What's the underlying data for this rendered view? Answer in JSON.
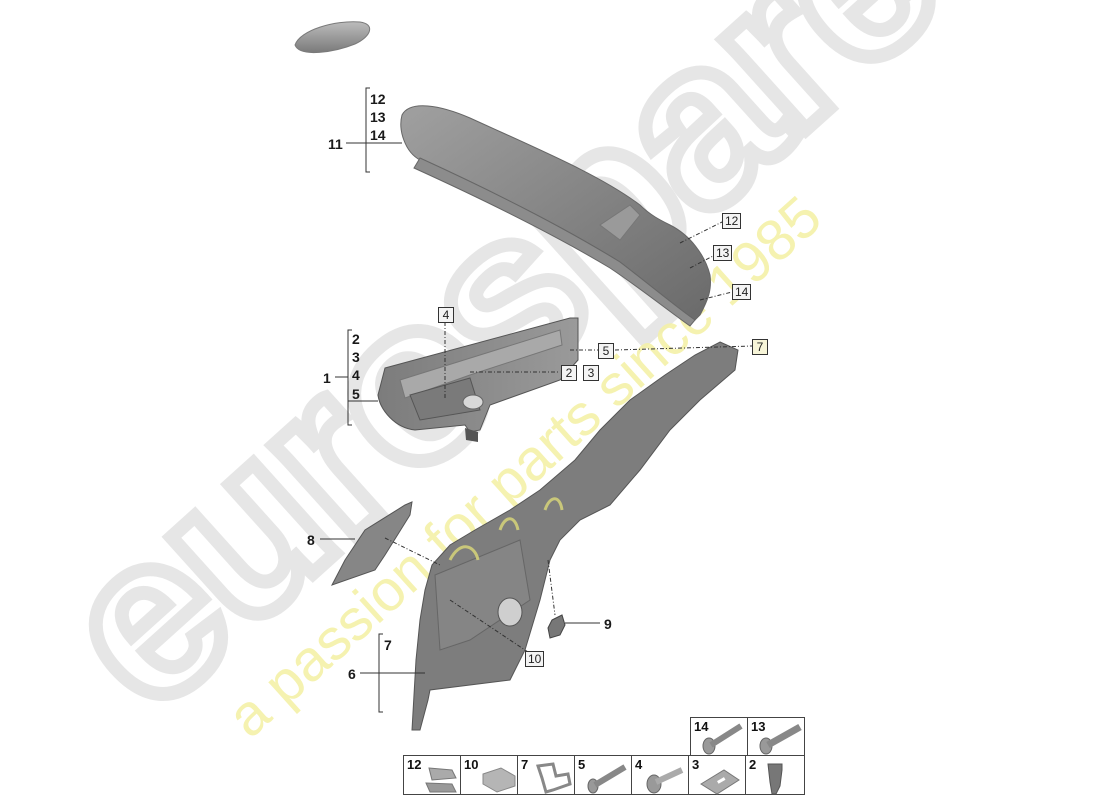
{
  "diagram": {
    "type": "exploded-parts-diagram",
    "watermark": {
      "brand": "eurospares",
      "tagline": "a passion for parts since 1985",
      "brand_color": "#e8e8e8",
      "tagline_color": "#f3f0a0"
    },
    "groups": [
      {
        "parent": "11",
        "children": [
          "12",
          "13",
          "14"
        ]
      },
      {
        "parent": "1",
        "children": [
          "2",
          "3",
          "4",
          "5"
        ]
      },
      {
        "parent": "6",
        "children": [
          "7"
        ]
      }
    ],
    "callouts": {
      "c8": "8",
      "c9": "9"
    },
    "boxed_refs": {
      "r12": "12",
      "r13": "13",
      "r14": "14",
      "r4": "4",
      "r5": "5",
      "r7": "7",
      "r2": "2",
      "r3": "3",
      "r10": "10"
    },
    "legend": {
      "top_row": [
        "14",
        "13"
      ],
      "bottom_row": [
        "12",
        "10",
        "7",
        "5",
        "4",
        "3",
        "2"
      ]
    },
    "colors": {
      "part_fill": "#8a8a8a",
      "part_dark": "#6d6d6d",
      "part_light": "#b5b5b5",
      "line": "#333333"
    }
  }
}
